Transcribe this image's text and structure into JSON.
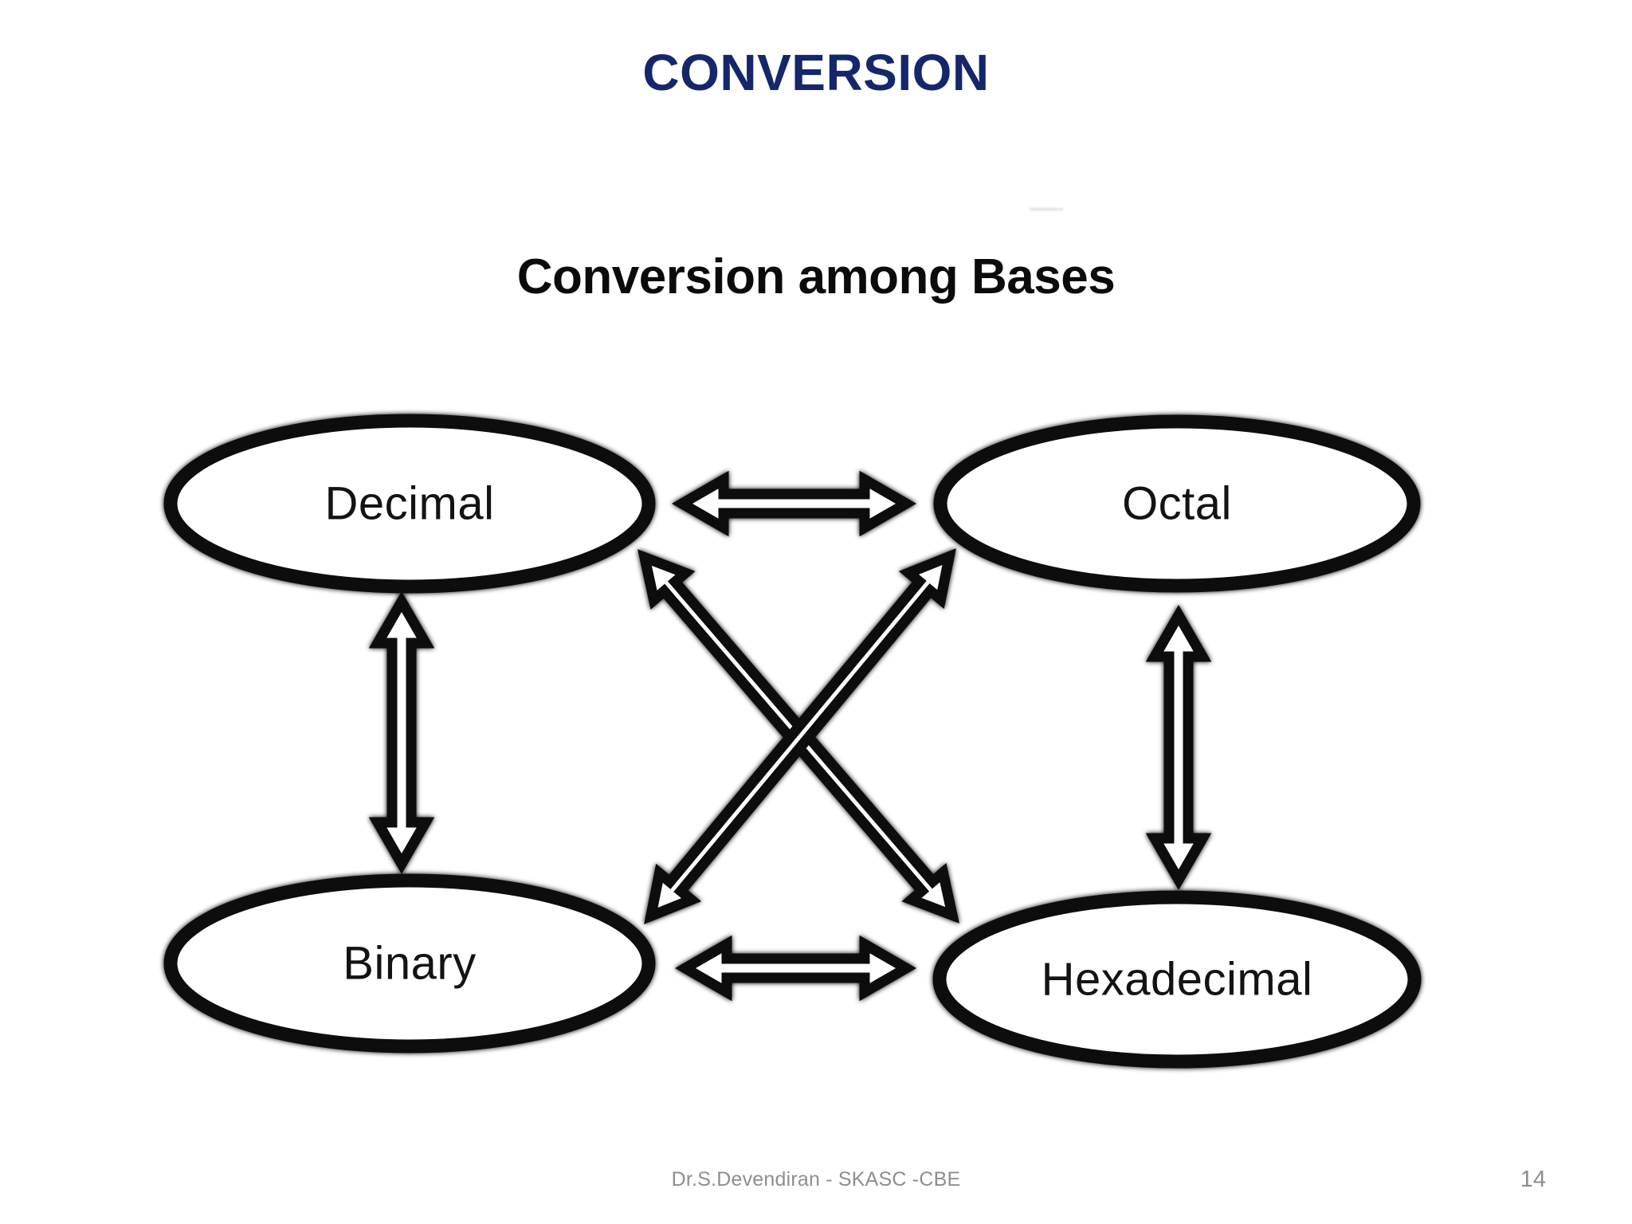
{
  "slide": {
    "title": "CONVERSION",
    "title_color": "#15276b",
    "background_color": "#ffffff"
  },
  "diagram": {
    "heading": "Conversion among Bases",
    "heading_color": "#0b0b0b",
    "stroke_color": "#000000",
    "fill_color": "#ffffff",
    "nodes": [
      {
        "id": "decimal",
        "label": "Decimal"
      },
      {
        "id": "octal",
        "label": "Octal"
      },
      {
        "id": "binary",
        "label": "Binary"
      },
      {
        "id": "hexadecimal",
        "label": "Hexadecimal"
      }
    ],
    "connectors": [
      {
        "id": "decimal-octal",
        "from": "Decimal",
        "to": "Octal",
        "style": "double-headed-block-arrow",
        "orientation": "horizontal"
      },
      {
        "id": "binary-hexadecimal",
        "from": "Binary",
        "to": "Hexadecimal",
        "style": "double-headed-block-arrow",
        "orientation": "horizontal"
      },
      {
        "id": "decimal-binary",
        "from": "Decimal",
        "to": "Binary",
        "style": "double-headed-block-arrow",
        "orientation": "vertical"
      },
      {
        "id": "octal-hexadecimal",
        "from": "Octal",
        "to": "Hexadecimal",
        "style": "double-headed-block-arrow",
        "orientation": "vertical"
      },
      {
        "id": "decimal-hexadecimal",
        "from": "Decimal",
        "to": "Hexadecimal",
        "style": "double-headed-block-arrow",
        "orientation": "diagonal"
      },
      {
        "id": "binary-octal",
        "from": "Binary",
        "to": "Octal",
        "style": "double-headed-block-arrow",
        "orientation": "diagonal"
      }
    ]
  },
  "footer": {
    "credit": "Dr.S.Devendiran - SKASC -CBE",
    "page_number": "14",
    "text_color": "#8d8d92"
  }
}
